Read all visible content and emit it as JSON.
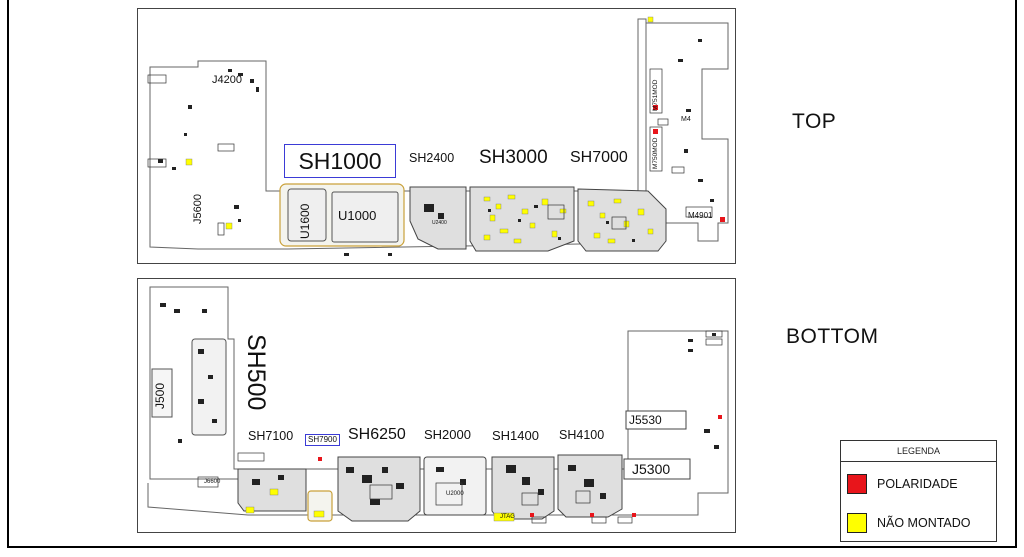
{
  "views": {
    "top_label": "TOP",
    "bottom_label": "BOTTOM"
  },
  "top_board": {
    "shields": {
      "sh1000": "SH1000",
      "sh2400": "SH2400",
      "sh3000": "SH3000",
      "sh7000": "SH7000"
    },
    "components": {
      "u1000": "U1000",
      "u1600": "U1600",
      "j4200": "J4200",
      "j5600": "J5600",
      "u2400": "U2400",
      "m751mod": "M751MOD",
      "m750mod": "M750MOD",
      "m4": "M4",
      "m4901": "M4901"
    }
  },
  "bottom_board": {
    "shields": {
      "sh500": "SH500",
      "sh7100": "SH7100",
      "sh7900": "SH7900",
      "sh6250": "SH6250",
      "sh2000": "SH2000",
      "sh1400": "SH1400",
      "sh4100": "SH4100"
    },
    "components": {
      "j500": "J500",
      "j5530": "J5530",
      "j5300": "J5300",
      "j6600": "J6600",
      "jtag": "JTAG",
      "u2000": "U2000"
    }
  },
  "legend": {
    "title": "LEGENDA",
    "items": [
      {
        "label": "POLARIDADE",
        "color": "#e8151b"
      },
      {
        "label": "NÃO MONTADO",
        "color": "#ffff00"
      }
    ]
  },
  "colors": {
    "outline": "#444444",
    "shield_fill": "#dfdfdf",
    "highlight_box": "#3b3bd6",
    "gold_outline": "#c9a13a"
  }
}
